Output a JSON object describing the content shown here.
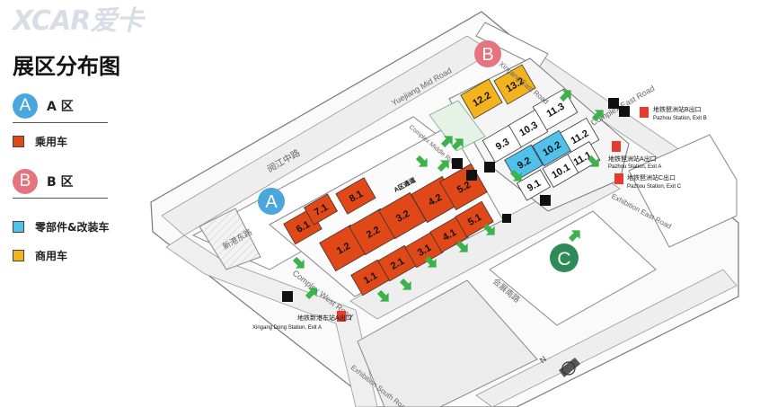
{
  "watermark": "XCAR爱卡",
  "title": "展区分布图",
  "zones": [
    {
      "letter": "A",
      "label": "A 区",
      "color": "#4aa6dc"
    },
    {
      "letter": "B",
      "label": "B 区",
      "color": "#e6747f"
    },
    {
      "letter": "C",
      "label": "",
      "color": "#2e8b57"
    }
  ],
  "categories": [
    {
      "label": "乘用车",
      "color": "#e04818"
    },
    {
      "label": "零部件&改装车",
      "color": "#4fc1ea"
    },
    {
      "label": "商用车",
      "color": "#f2b31f"
    }
  ],
  "halls": {
    "zoneA": [
      "6.1",
      "7.1",
      "8.1",
      "1.2",
      "2.2",
      "3.2",
      "4.2",
      "5.2",
      "1.1",
      "2.1",
      "3.1",
      "4.1",
      "5.1"
    ],
    "zoneB_top": [
      "12.2",
      "13.2",
      "11.3"
    ],
    "zoneB_mid": [
      "9.3",
      "10.3",
      "11.2",
      "9.2",
      "10.2",
      "11.1",
      "9.1",
      "10.1"
    ]
  },
  "corridor_label": "A区通道",
  "roads": {
    "yuejiang_mid": "Yuejiang Mid Road",
    "xingang_east_cn": "新港东路",
    "complex_west": "Complex West Road",
    "complex_east": "Complex East Road",
    "complex_mid": "Complex Middle Road",
    "exhibition_south": "Exhibition South Road",
    "exhibition_south_cn": "会展南路",
    "exhibition_east": "Exhibition East Road",
    "yuejiang_cn": "阅江中路",
    "xingang_east": "Xingang East Road"
  },
  "stations": [
    {
      "cn": "地铁新港东站A出口",
      "en": "Xingang Dong Station, Exit A"
    },
    {
      "cn": "地铁琶洲站B出口",
      "en": "Pazhou Station, Exit B"
    },
    {
      "cn": "地铁琶洲站A出口",
      "en": "Pazhou Station, Exit A"
    },
    {
      "cn": "地铁琶洲站C出口",
      "en": "Pazhou Station, Exit C"
    }
  ],
  "compass": "N",
  "colors": {
    "passenger": "#e04818",
    "parts": "#4fc1ea",
    "commercial": "#f2b31f",
    "arrow": "#3cb34a",
    "road": "#f2f2f2",
    "metro": "#e63a2a"
  }
}
